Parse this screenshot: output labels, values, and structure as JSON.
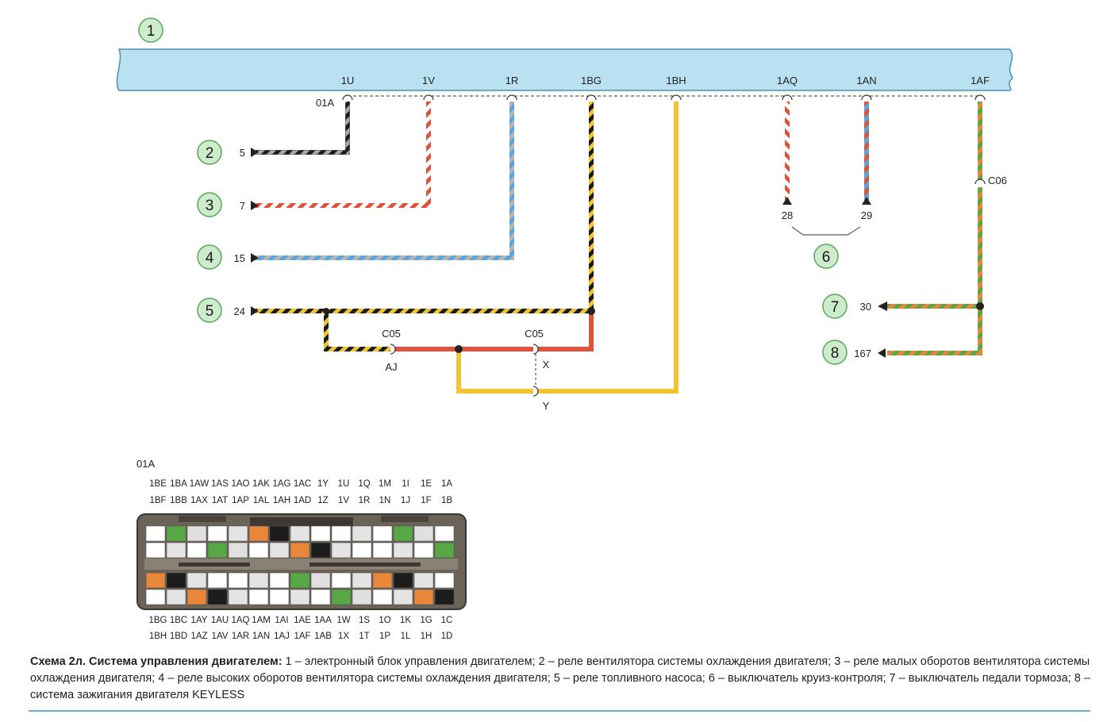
{
  "ecu": {
    "callout": "1",
    "connector": "01A",
    "pins": [
      "1U",
      "1V",
      "1R",
      "1BG",
      "1BH",
      "1AQ",
      "1AN",
      "1AF"
    ]
  },
  "components": [
    {
      "callout": "2",
      "terminal": "5"
    },
    {
      "callout": "3",
      "terminal": "7"
    },
    {
      "callout": "4",
      "terminal": "15"
    },
    {
      "callout": "5",
      "terminal": "24"
    },
    {
      "callout": "6",
      "terminals": [
        "28",
        "29"
      ]
    },
    {
      "callout": "7",
      "terminal": "30"
    },
    {
      "callout": "8",
      "terminal": "167"
    }
  ],
  "splices": {
    "c05_left": "C05",
    "c05_left_pin": "AJ",
    "c05_right": "C05",
    "c05_right_pin_x": "X",
    "c05_right_pin_y": "Y",
    "c06": "C06"
  },
  "connector_view": {
    "title": "01A",
    "top_row_1": [
      "1BE",
      "1BA",
      "1AW",
      "1AS",
      "1AO",
      "1AK",
      "1AG",
      "1AC",
      "1Y",
      "1U",
      "1Q",
      "1M",
      "1I",
      "1E",
      "1A"
    ],
    "top_row_2": [
      "1BF",
      "1BB",
      "1AX",
      "1AT",
      "1AP",
      "1AL",
      "1AH",
      "1AD",
      "1Z",
      "1V",
      "1R",
      "1N",
      "1J",
      "1F",
      "1B"
    ],
    "bottom_row_1": [
      "1BG",
      "1BC",
      "1AY",
      "1AU",
      "1AQ",
      "1AM",
      "1AI",
      "1AE",
      "1AA",
      "1W",
      "1S",
      "1O",
      "1K",
      "1G",
      "1C"
    ],
    "bottom_row_2": [
      "1BH",
      "1BD",
      "1AZ",
      "1AV",
      "1AR",
      "1AN",
      "1AJ",
      "1AF",
      "1AB",
      "1X",
      "1T",
      "1P",
      "1L",
      "1H",
      "1D"
    ]
  },
  "caption": {
    "title": "Схема 2л. Система управления двигателем:",
    "text": " 1 – электронный блок управления двигателем; 2 – реле вентилятора системы охлаждения двигателя; 3 – реле малых оборотов вентилятора системы охлаждения двигателя; 4 – реле высоких оборотов вентилятора системы охлаждения двигателя; 5 – реле топливного насоса; 6 – выключатель круиз-контроля; 7 – выключатель педали тормоза; 8 – система зажигания двигателя KEYLESS"
  },
  "colors": {
    "ecu_fill": "#b9e1f2",
    "black": "#1c1c1c",
    "white": "#ffffff",
    "red": "#e0533a",
    "blue": "#5aa5dc",
    "grey": "#a9a9a9",
    "yellow": "#f2c431",
    "green": "#57a845",
    "orange": "#e8873a",
    "callout_fill": "#cdeccb",
    "callout_stroke": "#5aa55a"
  }
}
